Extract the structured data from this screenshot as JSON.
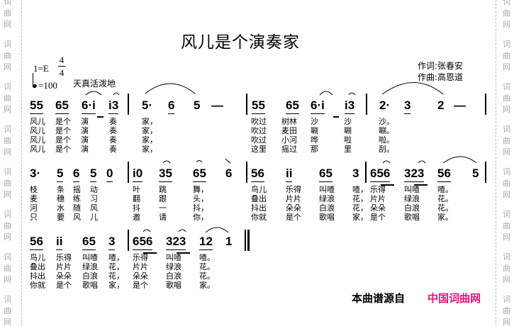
{
  "title": "风儿是个演奏家",
  "key": "1=E",
  "time_signature": {
    "top": "4",
    "bottom": "4"
  },
  "tempo": "=100",
  "expression": "天真活泼地",
  "lyricist": "作词:张春安",
  "composer": "作曲:高恩道",
  "watermark": "词曲网",
  "source_label": "本曲谱源自",
  "source_brand": "中国词曲网",
  "colors": {
    "brand": "#e0157f"
  },
  "rows": [
    {
      "notes": [
        {
          "t": "55",
          "u": 1
        },
        {
          "t": "65",
          "u": 1
        },
        {
          "t": "6·i",
          "u": 1
        },
        {
          "t": "i3",
          "u": 1
        },
        {
          "t": "5·"
        },
        {
          "t": "6",
          "u": 1
        },
        {
          "t": "5"
        },
        {
          "t": "—"
        },
        {
          "t": "55",
          "u": 1
        },
        {
          "t": "65",
          "u": 1
        },
        {
          "t": "6·i",
          "u": 1
        },
        {
          "t": "i3",
          "u": 1
        },
        {
          "t": "2·"
        },
        {
          "t": "3",
          "u": 1
        },
        {
          "t": "2"
        },
        {
          "t": "—"
        }
      ],
      "lyrics": [
        [
          "风儿",
          "是个",
          "演",
          "奏",
          "家，",
          "吹过",
          "树林",
          "沙",
          "沙",
          "沙。"
        ],
        [
          "风儿",
          "是个",
          "演",
          "奏",
          "家，",
          "吹过",
          "麦田",
          "唰",
          "唰",
          "唰。"
        ],
        [
          "风儿",
          "是个",
          "演",
          "奏",
          "家，",
          "吹过",
          "小河",
          "哗",
          "啦",
          "啦。"
        ],
        [
          "风儿",
          "是个",
          "演",
          "奏",
          "家，",
          "这里",
          "摇过",
          "那",
          "里",
          "刮。"
        ]
      ]
    },
    {
      "notes": [
        {
          "t": "3·"
        },
        {
          "t": "5",
          "u": 1
        },
        {
          "t": "6",
          "u": 1
        },
        {
          "t": "5",
          "u": 1
        },
        {
          "t": "0",
          "u": 1
        },
        {
          "t": "i0",
          "u": 1
        },
        {
          "t": "35",
          "u": 1
        },
        {
          "t": "65",
          "u": 1
        },
        {
          "t": "6"
        },
        {
          "t": "56",
          "u": 1
        },
        {
          "t": "ii",
          "u": 1
        },
        {
          "t": "65",
          "u": 1
        },
        {
          "t": "3"
        },
        {
          "t": "656",
          "u": 1
        },
        {
          "t": "323",
          "u": 1
        },
        {
          "t": "56",
          "u": 1
        },
        {
          "t": "5"
        }
      ],
      "lyrics": [
        [
          "枝",
          "条",
          "摇",
          "动",
          "叶",
          "跳",
          "舞，",
          "鸟儿",
          "乐得",
          "叫喳",
          "喳，",
          "乐得",
          "叫喳",
          "喳。"
        ],
        [
          "麦",
          "穗",
          "练",
          "习",
          "翻",
          "跟",
          "头，",
          "叠出",
          "片片",
          "绿浪",
          "花，",
          "片片",
          "绿浪",
          "花。"
        ],
        [
          "河",
          "水",
          "随",
          "风",
          "抖",
          "一",
          "抖，",
          "抖出",
          "朵朵",
          "白浪",
          "花，",
          "朵朵",
          "白浪",
          "花。"
        ],
        [
          "只",
          "要",
          "风",
          "儿",
          "邀",
          "请",
          "你，",
          "你就",
          "是个",
          "歌唱",
          "家，",
          "是个",
          "歌唱",
          "家。"
        ]
      ]
    },
    {
      "notes": [
        {
          "t": "56",
          "u": 1
        },
        {
          "t": "ii",
          "u": 1
        },
        {
          "t": "65",
          "u": 1
        },
        {
          "t": "3",
          "u": 1
        },
        {
          "t": "656",
          "u": 1
        },
        {
          "t": "323",
          "u": 1
        },
        {
          "t": "12",
          "u": 1
        },
        {
          "t": "1"
        }
      ],
      "lyrics": [
        [
          "鸟儿",
          "乐得",
          "叫喳",
          "喳，",
          "乐得",
          "叫喳",
          "喳。"
        ],
        [
          "叠出",
          "片片",
          "绿浪",
          "花，",
          "片片",
          "绿浪",
          "花。"
        ],
        [
          "抖出",
          "朵朵",
          "白浪",
          "花，",
          "朵朵",
          "白浪",
          "花。"
        ],
        [
          "你就",
          "是个",
          "歌唱",
          "家，",
          "是个",
          "歌唱",
          "家。"
        ]
      ]
    }
  ]
}
